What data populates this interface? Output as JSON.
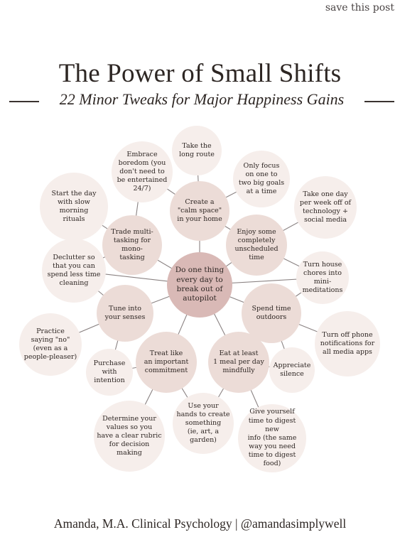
{
  "header": {
    "save_label": "save this post",
    "title": "The Power of Small Shifts",
    "subtitle": "22 Minor Tweaks for Major Happiness Gains"
  },
  "diagram": {
    "center": "Do one thing\nevery day to\nbreak out of\nautopilot",
    "inner": [
      "Create a\n\"calm space\"\nin your home",
      "Enjoy some\ncompletely\nunscheduled\ntime",
      "Spend time\noutdoors",
      "Eat at least\n1 meal per day\nmindfully",
      "Treat  like\nan important\ncommitment",
      "Tune into\nyour senses",
      "Trade multi-\ntasking for\nmono-\ntasking"
    ],
    "outer": [
      "Take the\nlong route",
      "Only focus\non one to\ntwo big goals\nat a time",
      "Take one day\nper week off of\ntechnology +\nsocial media",
      "Turn house\nchores into\nmini-\nmeditations",
      "Turn off phone\nnotifications for\nall media apps",
      "Appreciate\nsilence",
      "Give yourself\ntime to digest new\ninfo (the same\nway you need\ntime to digest\nfood)",
      "Use your\nhands to create\nsomething\n(ie, art, a garden)",
      "Determine your\nvalues so you\nhave a clear rubric\nfor decision\nmaking",
      "Purchase\nwith\nintention",
      "Practice\nsaying \"no\"\n(even as a\npeople-pleaser)",
      "Declutter so\nthat you can\nspend less time\ncleaning",
      "Start the day\nwith slow\nmorning\nrituals",
      "Embrace\nboredom (you\ndon't need to\nbe entertained\n24/7)"
    ]
  },
  "colors": {
    "center": "#d9b9b6",
    "inner": "#ecdcd7",
    "outer": "#f6eeeb",
    "lines": "#8a8282"
  },
  "footer": {
    "credit": "Amanda, M.A. Clinical Psychology | @amandasimplywell"
  }
}
